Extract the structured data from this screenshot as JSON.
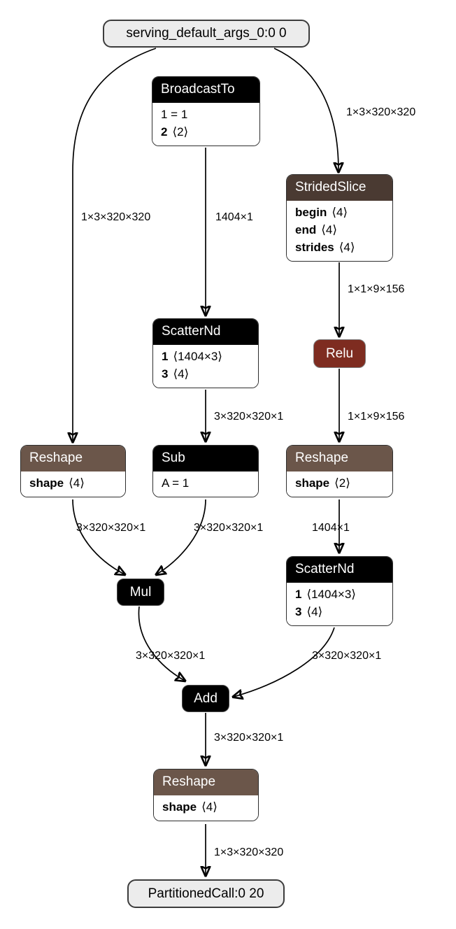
{
  "colors": {
    "op_black": "#000000",
    "op_shape_brown": "#6b564a",
    "op_tensor_brown": "#4a3a32",
    "op_activation_red": "#7e2c20",
    "terminal_bg": "#ececec",
    "edge_color": "#000000"
  },
  "nodes": {
    "serving": {
      "label": "serving_default_args_0:0 0"
    },
    "broadcastto": {
      "title": "BroadcastTo",
      "attrs": [
        {
          "name": "",
          "text": "1 = 1"
        },
        {
          "name": "2",
          "text": "⟨2⟩"
        }
      ]
    },
    "stridedslice": {
      "title": "StridedSlice",
      "attrs": [
        {
          "name": "begin",
          "text": "⟨4⟩"
        },
        {
          "name": "end",
          "text": "⟨4⟩"
        },
        {
          "name": "strides",
          "text": "⟨4⟩"
        }
      ]
    },
    "scatternd_left": {
      "title": "ScatterNd",
      "attrs": [
        {
          "name": "1",
          "text": "⟨1404×3⟩"
        },
        {
          "name": "3",
          "text": "⟨4⟩"
        }
      ]
    },
    "relu": {
      "title": "Relu"
    },
    "reshape_left": {
      "title": "Reshape",
      "attrs": [
        {
          "name": "shape",
          "text": "⟨4⟩"
        }
      ]
    },
    "sub": {
      "title": "Sub",
      "attrs": [
        {
          "name": "",
          "text": "A = 1"
        }
      ]
    },
    "reshape_right": {
      "title": "Reshape",
      "attrs": [
        {
          "name": "shape",
          "text": "⟨2⟩"
        }
      ]
    },
    "scatternd_right": {
      "title": "ScatterNd",
      "attrs": [
        {
          "name": "1",
          "text": "⟨1404×3⟩"
        },
        {
          "name": "3",
          "text": "⟨4⟩"
        }
      ]
    },
    "mul": {
      "title": "Mul"
    },
    "add": {
      "title": "Add"
    },
    "reshape_bottom": {
      "title": "Reshape",
      "attrs": [
        {
          "name": "shape",
          "text": "⟨4⟩"
        }
      ]
    },
    "partitionedcall": {
      "label": "PartitionedCall:0 20"
    }
  },
  "edges": {
    "serving_to_reshape_left": {
      "label": "1×3×320×320"
    },
    "serving_to_stridedslice": {
      "label": "1×3×320×320"
    },
    "broadcastto_to_scatternd_left": {
      "label": "1404×1"
    },
    "stridedslice_to_relu": {
      "label": "1×1×9×156"
    },
    "scatternd_left_to_sub": {
      "label": "3×320×320×1"
    },
    "relu_to_reshape_right": {
      "label": "1×1×9×156"
    },
    "reshape_left_to_mul": {
      "label": "3×320×320×1"
    },
    "sub_to_mul": {
      "label": "3×320×320×1"
    },
    "reshape_right_to_scatternd_right": {
      "label": "1404×1"
    },
    "mul_to_add": {
      "label": "3×320×320×1"
    },
    "scatternd_right_to_add": {
      "label": "3×320×320×1"
    },
    "add_to_reshape_bottom": {
      "label": "3×320×320×1"
    },
    "reshape_bottom_to_partitionedcall": {
      "label": "1×3×320×320"
    }
  }
}
